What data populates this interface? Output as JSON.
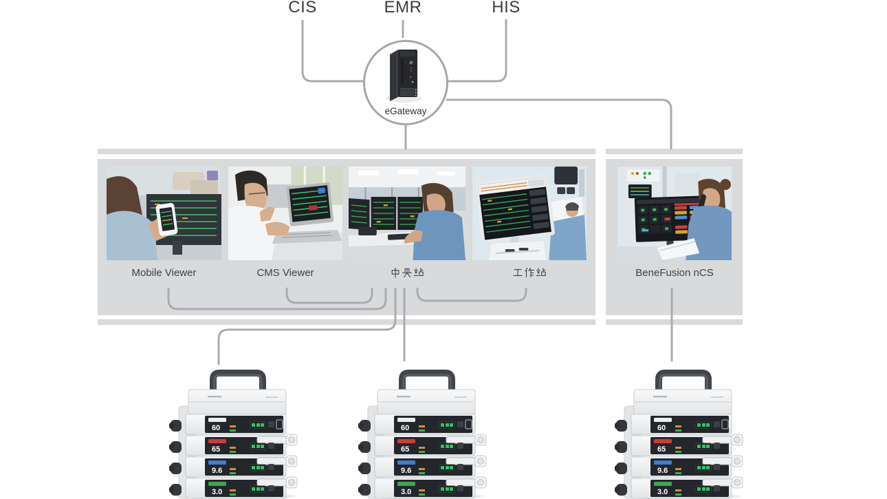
{
  "diagram": {
    "systems": [
      {
        "label": "CIS"
      },
      {
        "label": "EMR"
      },
      {
        "label": "HIS"
      }
    ],
    "gateway": {
      "label": "eGateway"
    },
    "viewer_group": {
      "items": [
        {
          "label": "Mobile Viewer"
        },
        {
          "label": "CMS Viewer"
        },
        {
          "label": "中央站"
        },
        {
          "label": "工作站"
        }
      ]
    },
    "ncs_group": {
      "items": [
        {
          "label": "BeneFusion nCS"
        }
      ]
    },
    "pump_stacks": {
      "count": 3,
      "units": [
        {
          "value": "60",
          "banner_color": "#ececed"
        },
        {
          "value": "65",
          "banner_color": "#cf3a3a"
        },
        {
          "value": "9.6",
          "banner_color": "#3d7fd0"
        },
        {
          "value": "3.0",
          "banner_color": "#3fa553"
        }
      ]
    },
    "colors": {
      "panel_gray": "#d8dadb",
      "line_gray": "#a9abae",
      "title_text": "#3b3c3e",
      "label_text": "#3f4144"
    }
  }
}
